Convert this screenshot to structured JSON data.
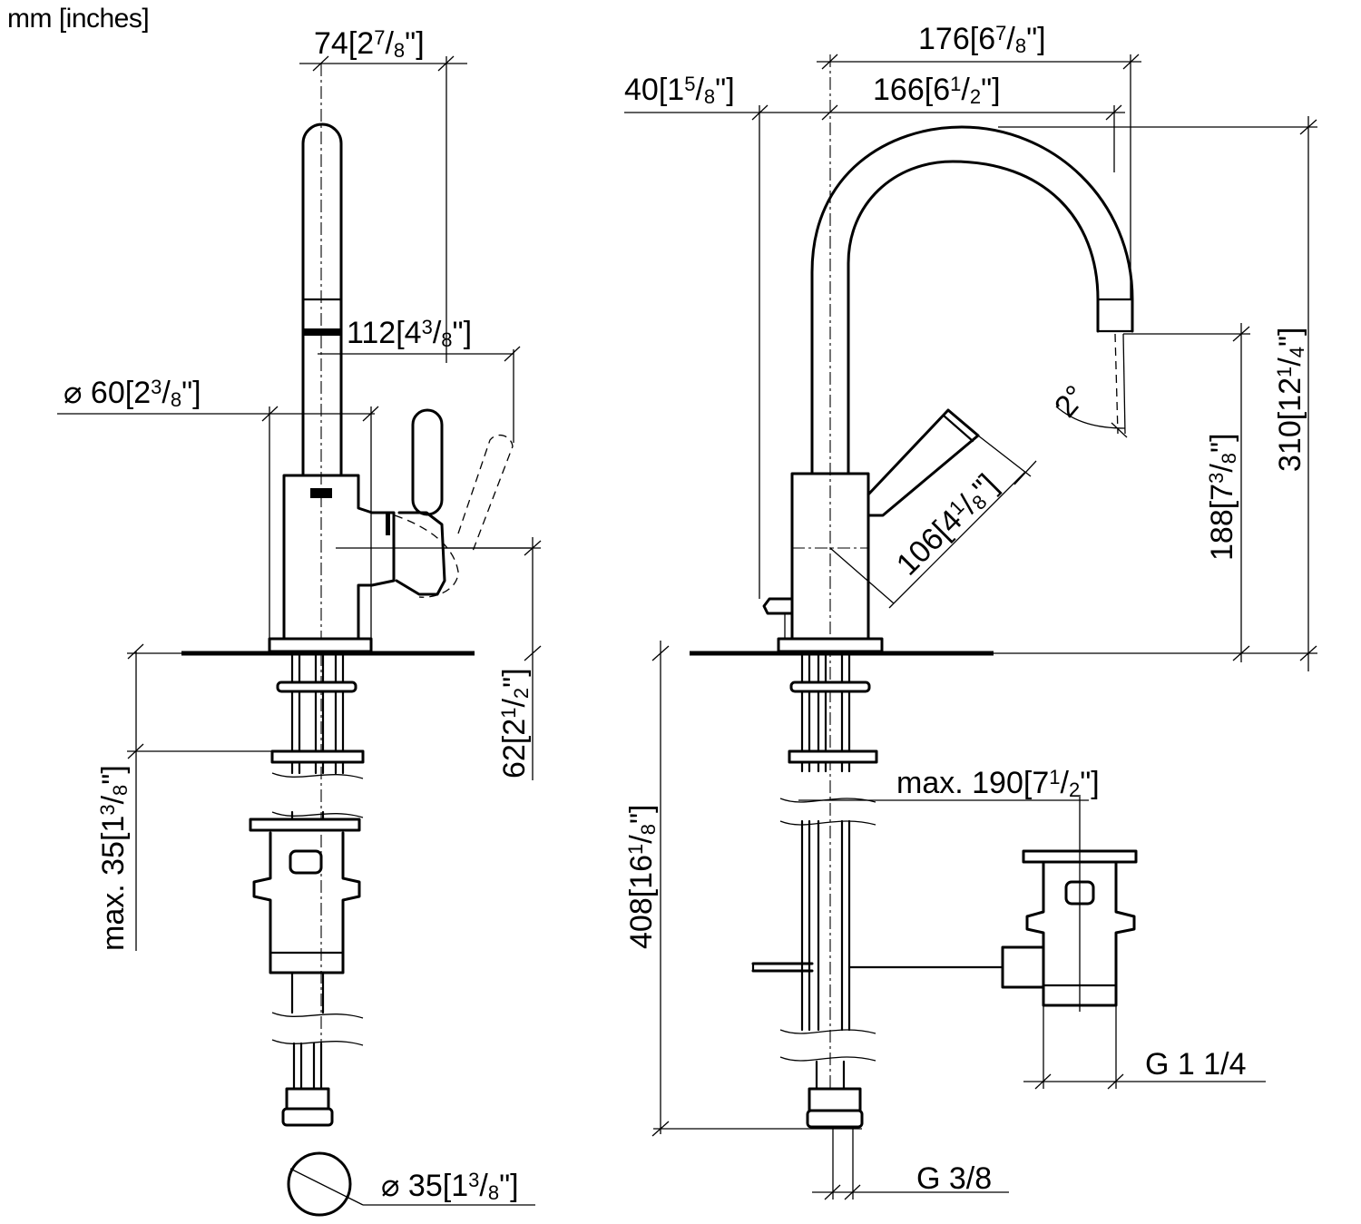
{
  "units": "mm [inches]",
  "front_view": {
    "width": {
      "mm": "74",
      "in_whole": "2",
      "in_num": "7",
      "in_den": "8"
    },
    "handle_reach": {
      "mm": "112",
      "in_whole": "4",
      "in_num": "3",
      "in_den": "8"
    },
    "base_diameter": {
      "prefix": "⌀",
      "mm": "60",
      "in_whole": "2",
      "in_num": "3",
      "in_den": "8"
    },
    "handle_height": {
      "mm": "62",
      "in_whole": "2",
      "in_num": "1",
      "in_den": "2"
    },
    "max_deck": {
      "prefix": "max.",
      "mm": "35",
      "in_whole": "1",
      "in_num": "3",
      "in_den": "8"
    },
    "hole_diameter": {
      "prefix": "⌀",
      "mm": "35",
      "in_whole": "1",
      "in_num": "3",
      "in_den": "8"
    }
  },
  "side_view": {
    "spout_projection": {
      "mm": "176",
      "in_whole": "6",
      "in_num": "7",
      "in_den": "8"
    },
    "spout_reach": {
      "mm": "166",
      "in_whole": "6",
      "in_num": "1",
      "in_den": "2"
    },
    "rear_offset": {
      "mm": "40",
      "in_whole": "1",
      "in_num": "5",
      "in_den": "8"
    },
    "total_height": {
      "mm": "310",
      "in_whole": "12",
      "in_num": "1",
      "in_den": "4"
    },
    "outlet_height": {
      "mm": "188",
      "in_whole": "7",
      "in_num": "3",
      "in_den": "8"
    },
    "handle_length": {
      "mm": "106",
      "in_whole": "4",
      "in_num": "1",
      "in_den": "8"
    },
    "jet_angle": "2°",
    "waste_offset": {
      "prefix": "max.",
      "mm": "190",
      "in_whole": "7",
      "in_num": "1",
      "in_den": "2"
    },
    "hose_length": {
      "mm": "408",
      "in_whole": "16",
      "in_num": "1",
      "in_den": "8"
    },
    "waste_thread": "G 1 1/4",
    "supply_thread": "G 3/8"
  }
}
